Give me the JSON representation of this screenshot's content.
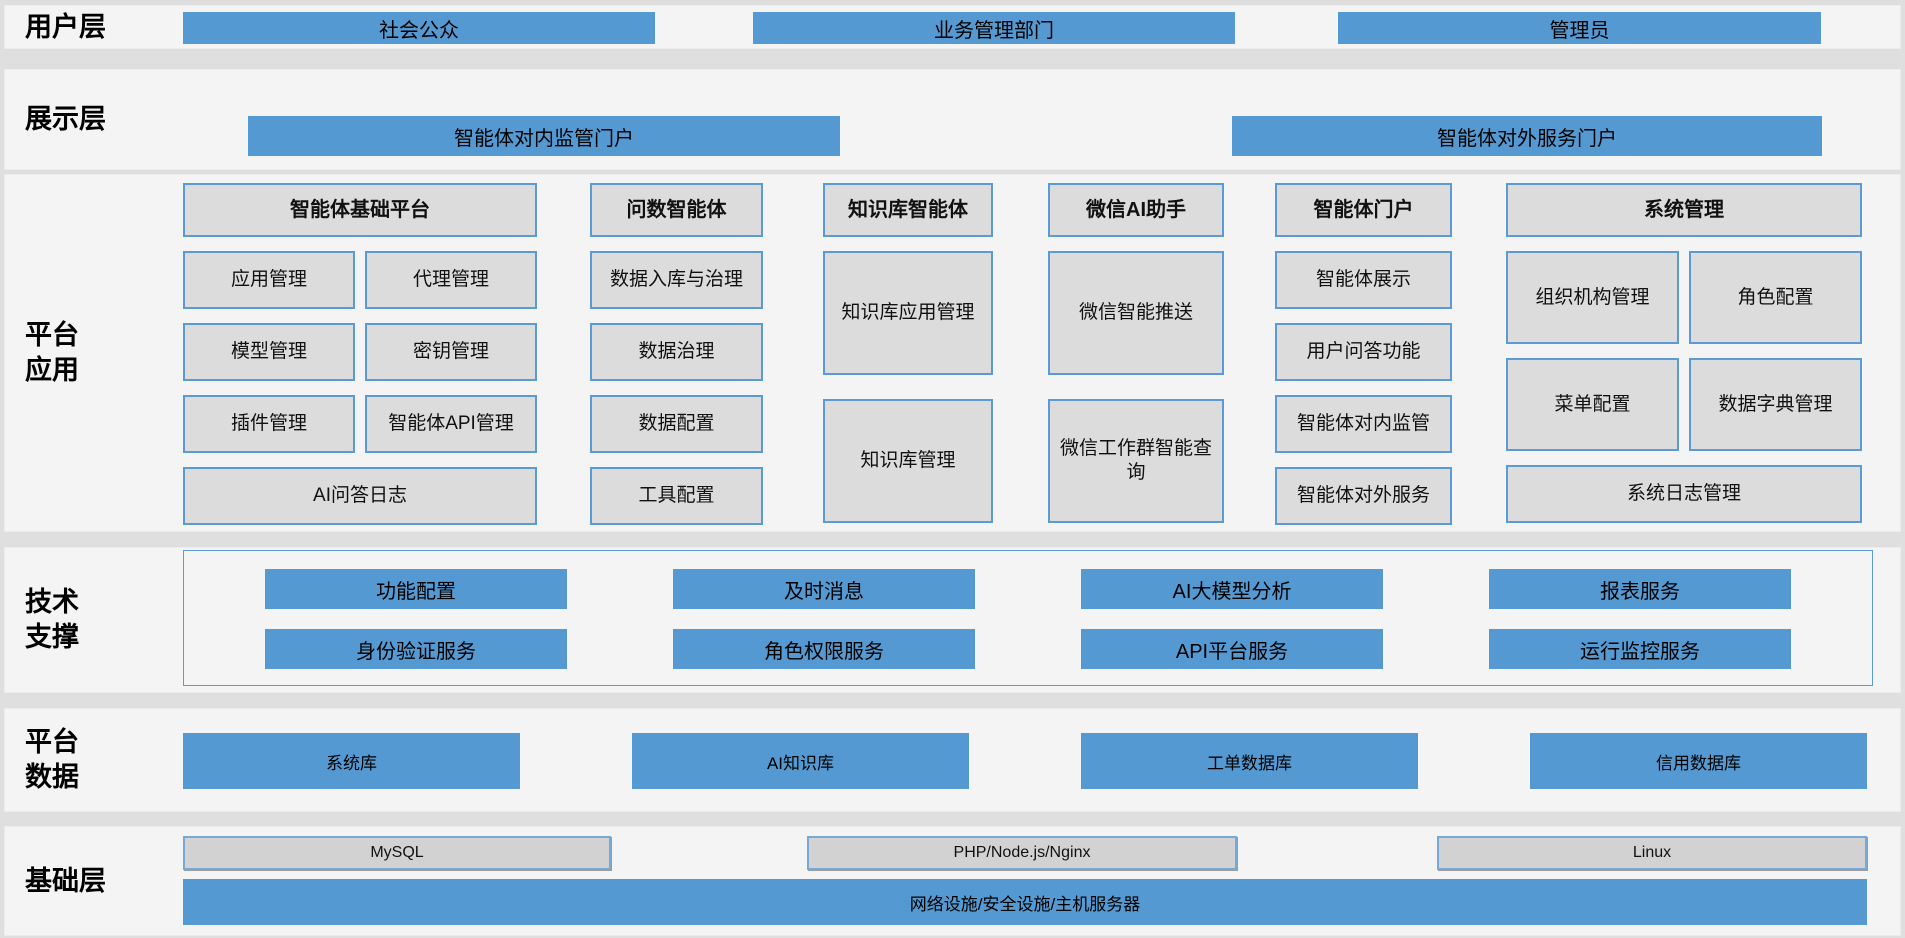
{
  "colors": {
    "accent_blue": "#5499d1",
    "box_border_blue": "#5b9bd5",
    "gray_box_fill": "#dcdcdc",
    "band_background": "#f4f4f4",
    "page_background": "#dfdfdf"
  },
  "user_layer": {
    "label": "用户层",
    "boxes": [
      "社会公众",
      "业务管理部门",
      "管理员"
    ]
  },
  "display_layer": {
    "label": "展示层",
    "boxes": [
      "智能体对内监管门户",
      "智能体对外服务门户"
    ]
  },
  "platform_app_layer": {
    "label_lines": [
      "平台",
      "应用"
    ],
    "columns": [
      {
        "header": "智能体基础平台",
        "cells": [
          "应用管理",
          "代理管理",
          "模型管理",
          "密钥管理",
          "插件管理",
          "智能体API管理"
        ],
        "footer": "AI问答日志"
      },
      {
        "header": "问数智能体",
        "cells": [
          "数据入库与治理",
          "数据治理",
          "数据配置",
          "工具配置"
        ]
      },
      {
        "header": "知识库智能体",
        "cells": [
          "知识库应用管理",
          "知识库管理"
        ]
      },
      {
        "header": "微信AI助手",
        "cells": [
          "微信智能推送",
          "微信工作群智能查询"
        ]
      },
      {
        "header": "智能体门户",
        "cells": [
          "智能体展示",
          "用户问答功能",
          "智能体对内监管",
          "智能体对外服务"
        ]
      },
      {
        "header": "系统管理",
        "cells": [
          "组织机构管理",
          "角色配置",
          "菜单配置",
          "数据字典管理"
        ],
        "footer": "系统日志管理"
      }
    ]
  },
  "tech_layer": {
    "label_lines": [
      "技术",
      "支撑"
    ],
    "boxes": [
      "功能配置",
      "及时消息",
      "AI大模型分析",
      "报表服务",
      "身份验证服务",
      "角色权限服务",
      "API平台服务",
      "运行监控服务"
    ]
  },
  "data_layer": {
    "label_lines": [
      "平台",
      "数据"
    ],
    "boxes": [
      "系统库",
      "AI知识库",
      "工单数据库",
      "信用数据库"
    ]
  },
  "infra_layer": {
    "label": "基础层",
    "boxes": [
      "MySQL",
      "PHP/Node.js/Nginx",
      "Linux"
    ],
    "full_box": "网络设施/安全设施/主机服务器"
  }
}
